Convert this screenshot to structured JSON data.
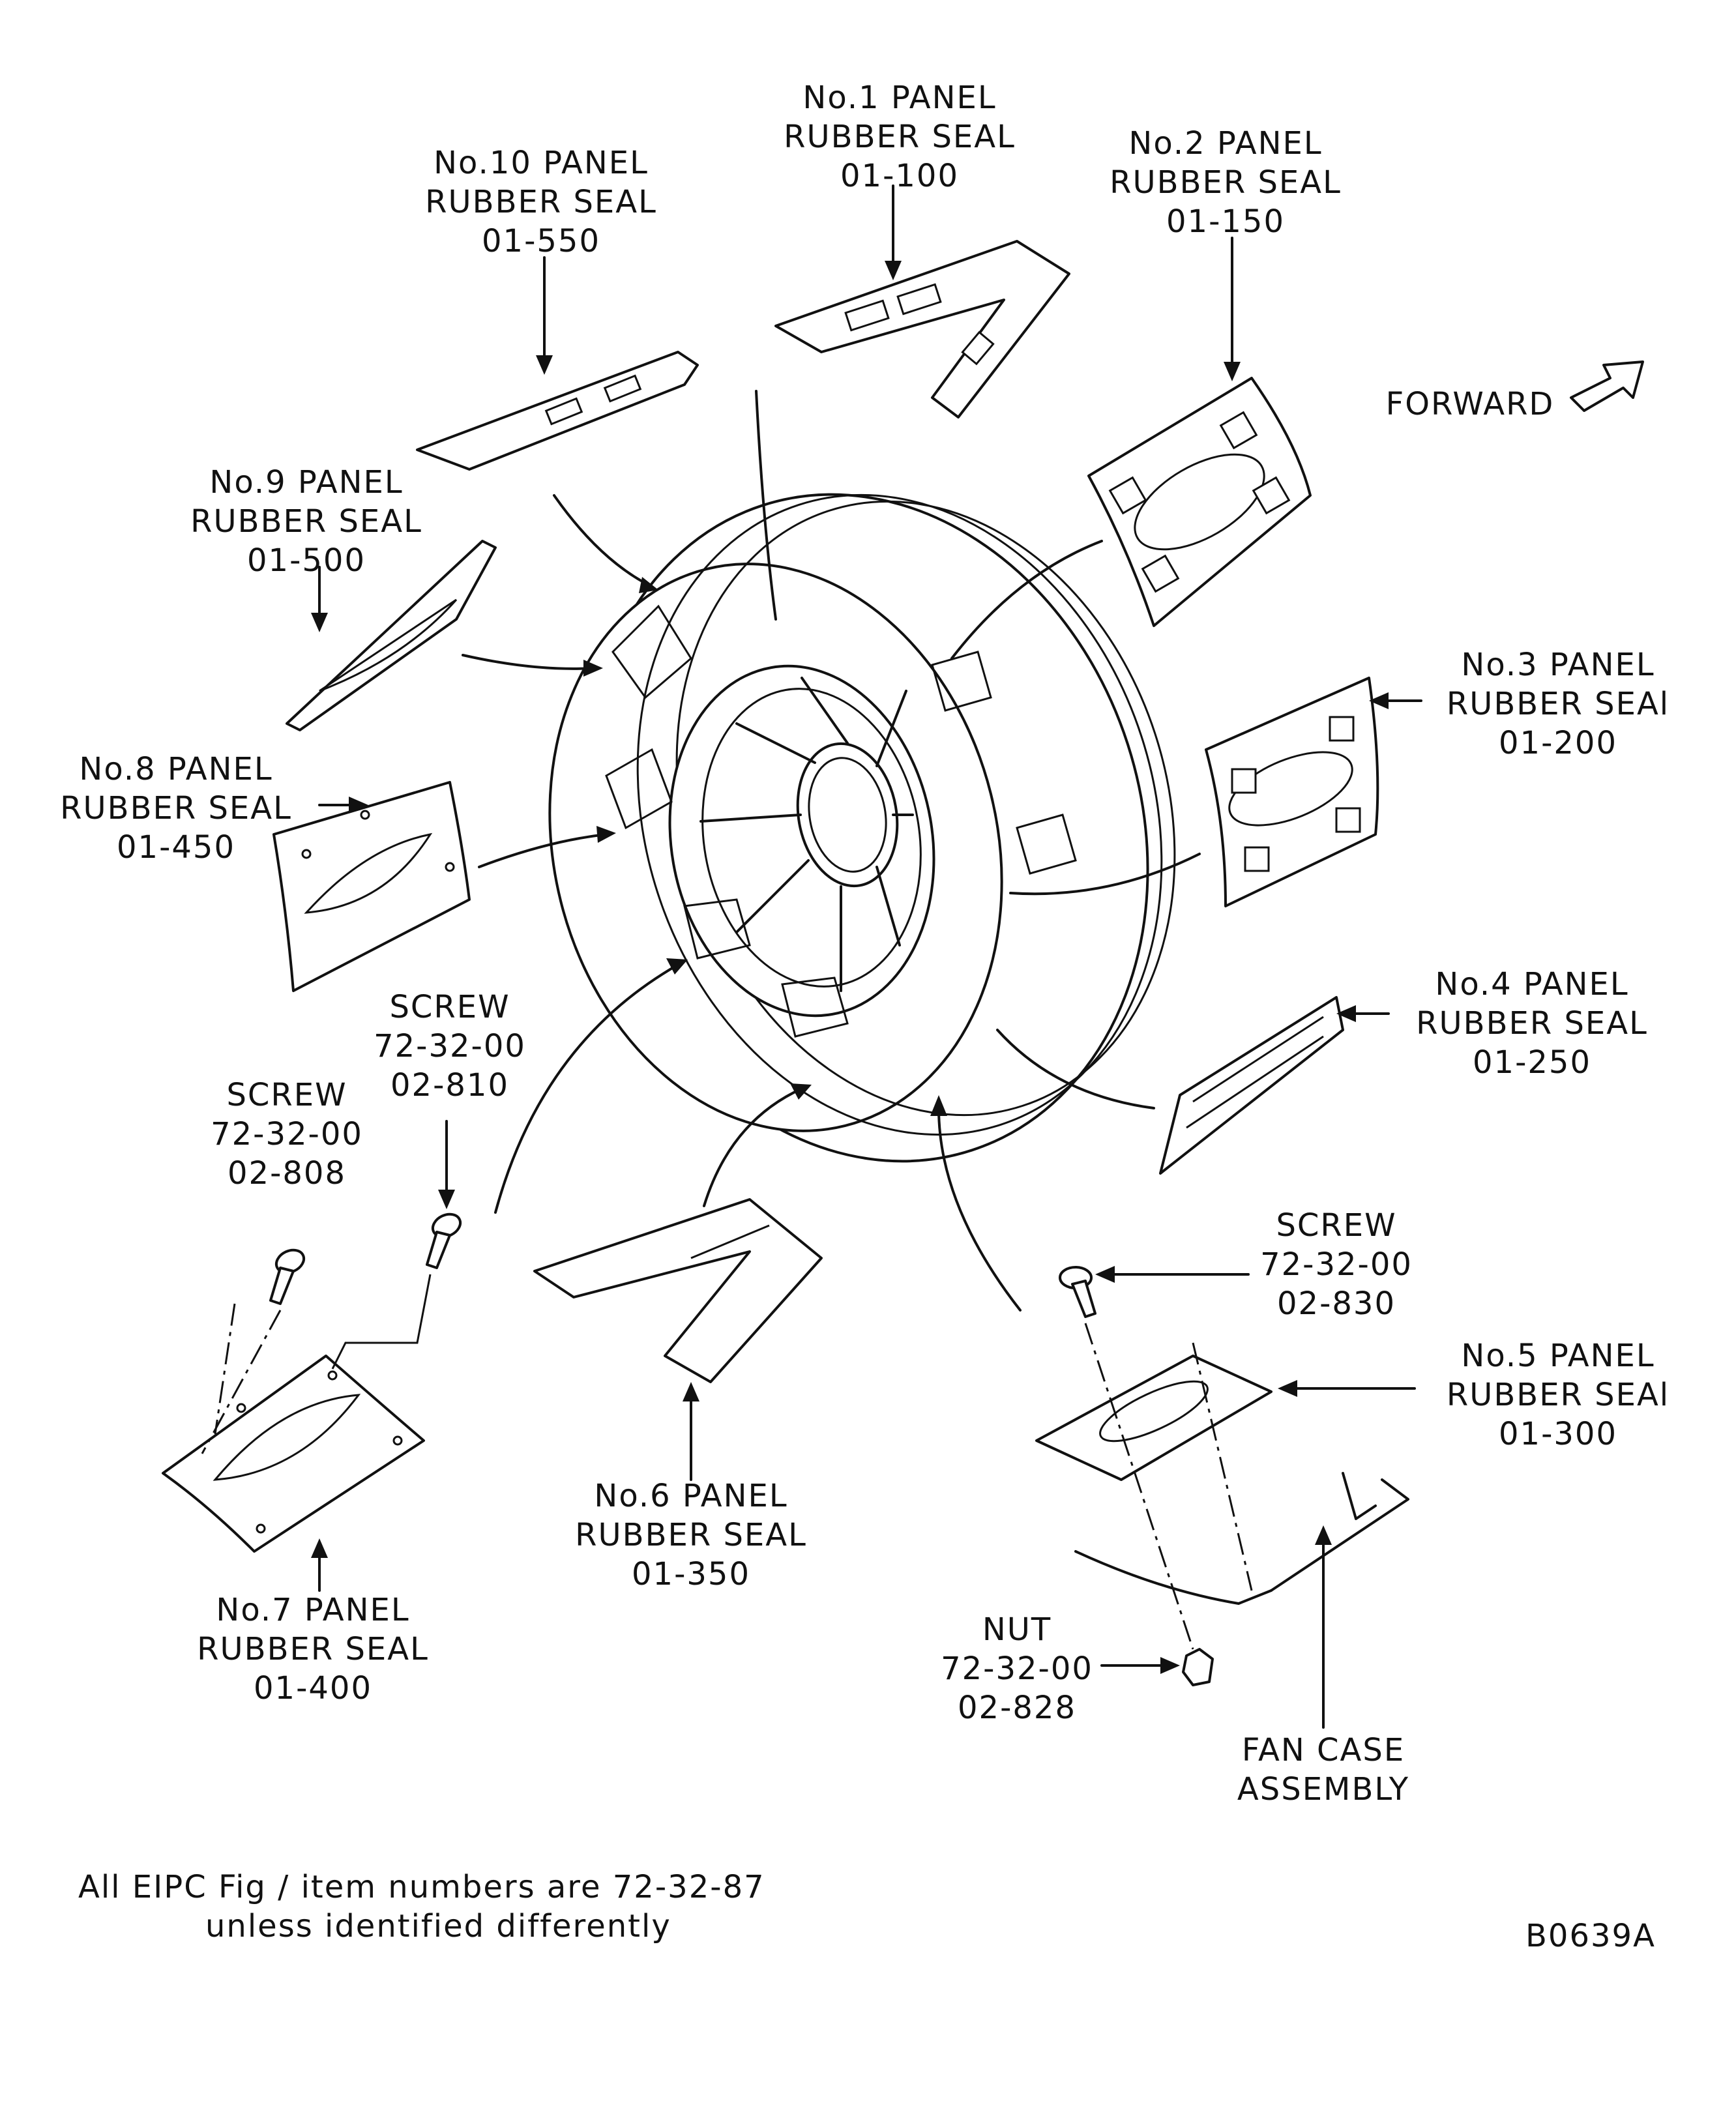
{
  "callouts": {
    "no1": {
      "lines": [
        "No.1 PANEL",
        "RUBBER SEAL",
        "01-100"
      ]
    },
    "no2": {
      "lines": [
        "No.2 PANEL",
        "RUBBER SEAL",
        "01-150"
      ]
    },
    "no3": {
      "lines": [
        "No.3 PANEL",
        "RUBBER SEAl",
        "01-200"
      ]
    },
    "no4": {
      "lines": [
        "No.4 PANEL",
        "RUBBER SEAL",
        "01-250"
      ]
    },
    "no5": {
      "lines": [
        "No.5 PANEL",
        "RUBBER SEAl",
        "01-300"
      ]
    },
    "no6": {
      "lines": [
        "No.6 PANEL",
        "RUBBER SEAL",
        "01-350"
      ]
    },
    "no7": {
      "lines": [
        "No.7 PANEL",
        "RUBBER SEAL",
        "01-400"
      ]
    },
    "no8": {
      "lines": [
        "No.8 PANEL",
        "RUBBER SEAL",
        "01-450"
      ]
    },
    "no9": {
      "lines": [
        "No.9 PANEL",
        "RUBBER SEAL",
        "01-500"
      ]
    },
    "no10": {
      "lines": [
        "No.10 PANEL",
        "RUBBER SEAL",
        "01-550"
      ]
    },
    "screw_808": {
      "lines": [
        "SCREW",
        "72-32-00",
        "02-808"
      ]
    },
    "screw_810": {
      "lines": [
        "SCREW",
        "72-32-00",
        "02-810"
      ]
    },
    "screw_830": {
      "lines": [
        "SCREW",
        "72-32-00",
        "02-830"
      ]
    },
    "nut_828": {
      "lines": [
        "NUT",
        "72-32-00",
        "02-828"
      ]
    },
    "fan_case": {
      "lines": [
        "FAN CASE",
        "ASSEMBLY"
      ]
    }
  },
  "forward_label": "FORWARD",
  "footnote": [
    "All EIPC Fig / item numbers are 72-32-87",
    "unless identified differently"
  ],
  "figure_id": "B0639A"
}
